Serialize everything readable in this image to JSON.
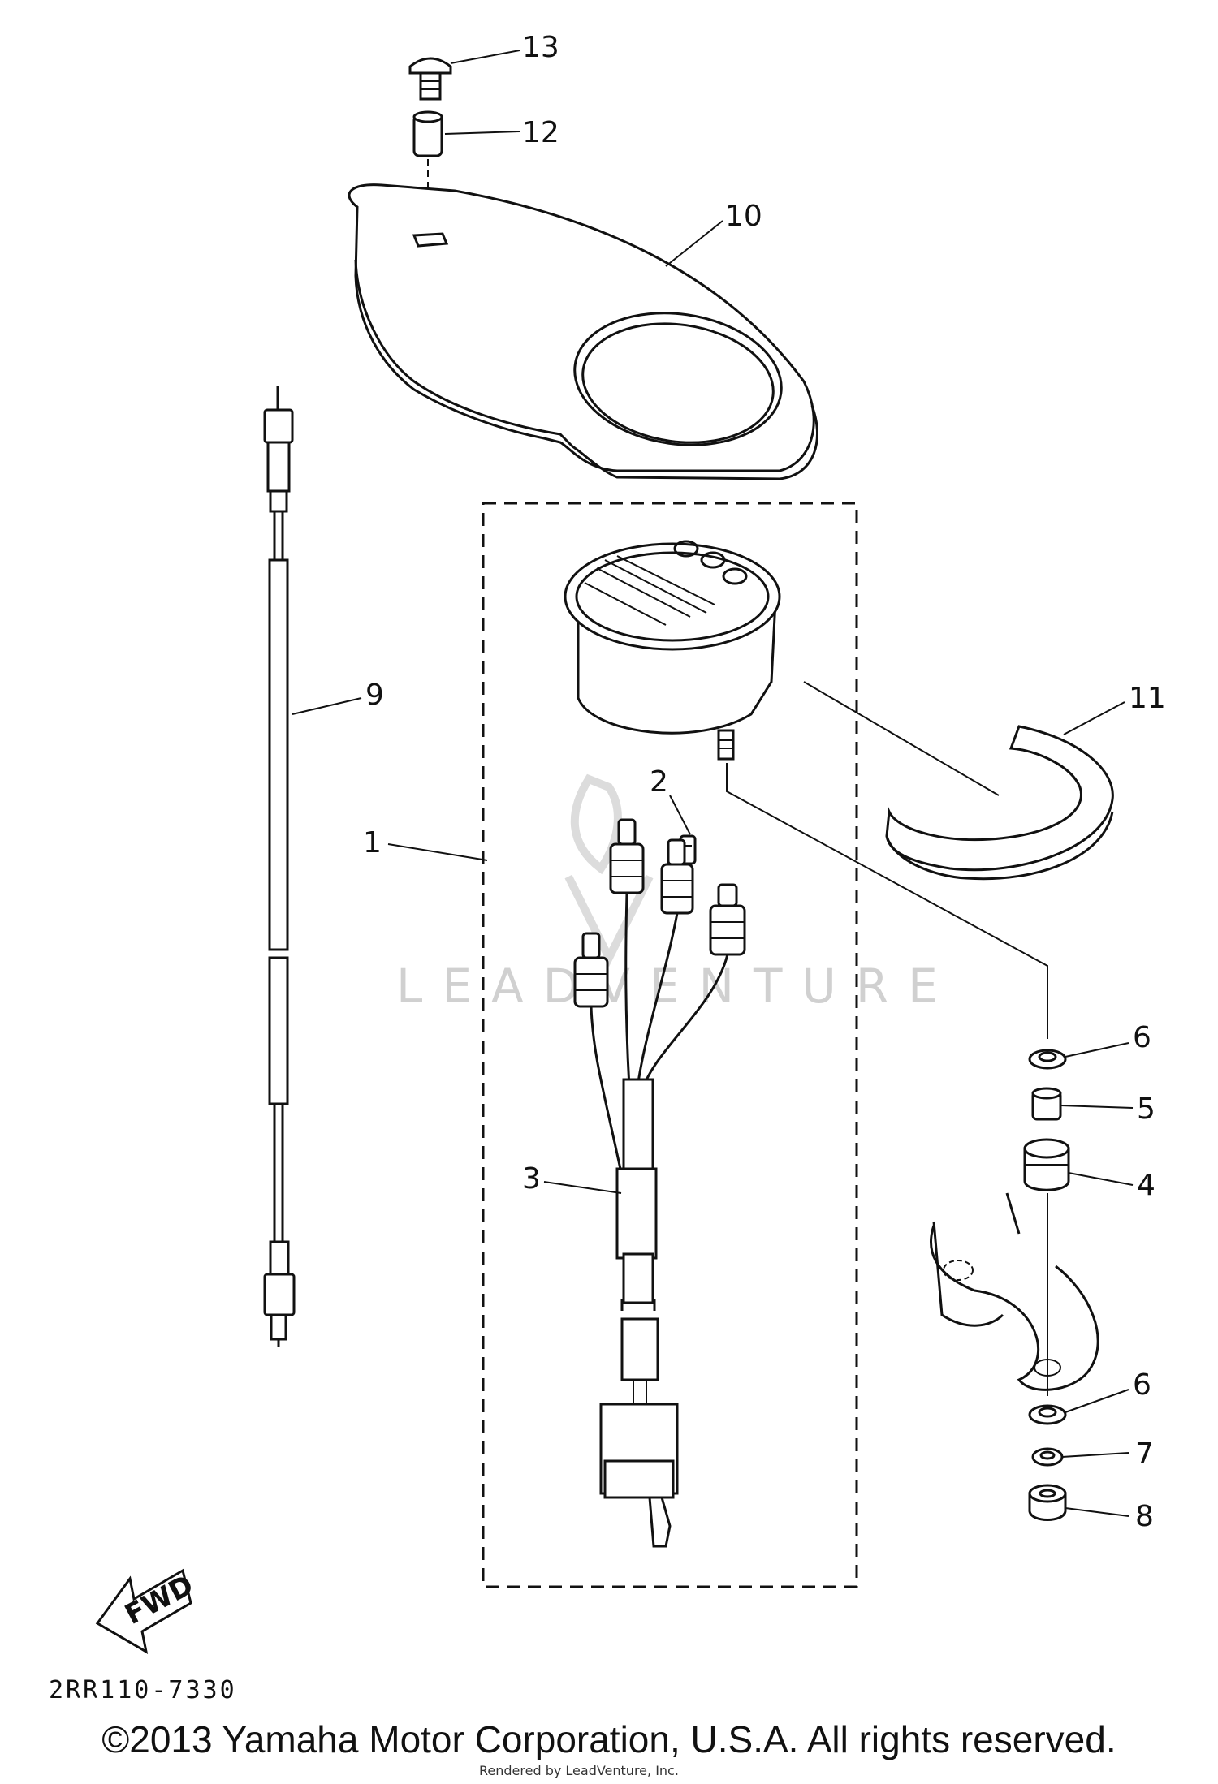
{
  "part_labels": {
    "p1": "1",
    "p2": "2",
    "p3": "3",
    "p4": "4",
    "p5": "5",
    "p6a": "6",
    "p6b": "6",
    "p7": "7",
    "p8": "8",
    "p9": "9",
    "p10": "10",
    "p11": "11",
    "p12": "12",
    "p13": "13"
  },
  "fwd_label": "FWD",
  "drawing_code": "2RR110-7330",
  "watermark": "LEADVENTURE",
  "copyright": "©2013 Yamaha Motor Corporation, U.S.A. All rights reserved.",
  "rendered_by": "Rendered by LeadVenture, Inc."
}
